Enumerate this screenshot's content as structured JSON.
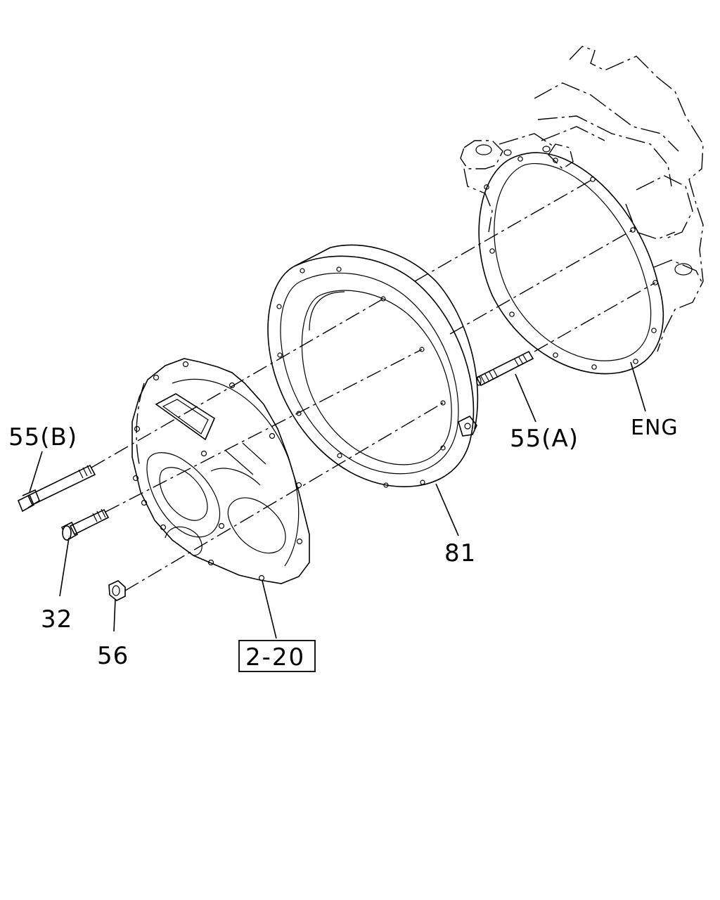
{
  "labels": {
    "bolt_b": "55(B)",
    "stud_a": "55(A)",
    "engine": "ENG",
    "spacer": "81",
    "bolt": "32",
    "nut": "56",
    "reference": "2-20"
  },
  "colors": {
    "ink": "#000000",
    "paper": "#ffffff"
  }
}
